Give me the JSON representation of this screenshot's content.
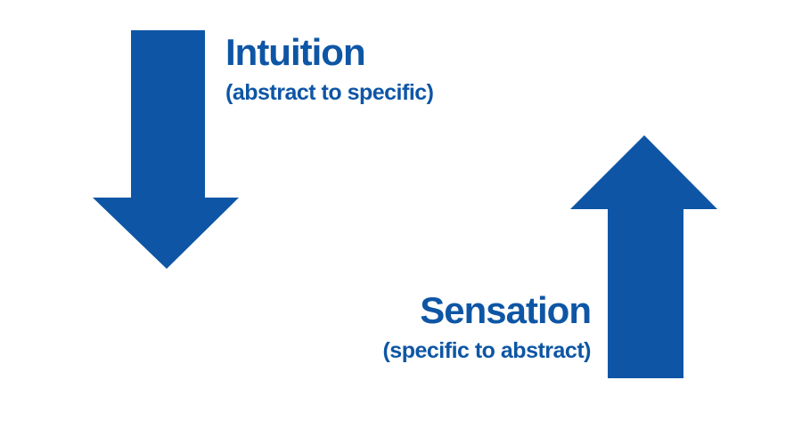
{
  "diagram": {
    "background_color": "#ffffff",
    "accent_color": "#0e56a5",
    "intuition": {
      "title": "Intuition",
      "subtitle": "(abstract to specific)",
      "arrow_direction": "down"
    },
    "sensation": {
      "title": "Sensation",
      "subtitle": "(specific to abstract)",
      "arrow_direction": "up"
    }
  }
}
